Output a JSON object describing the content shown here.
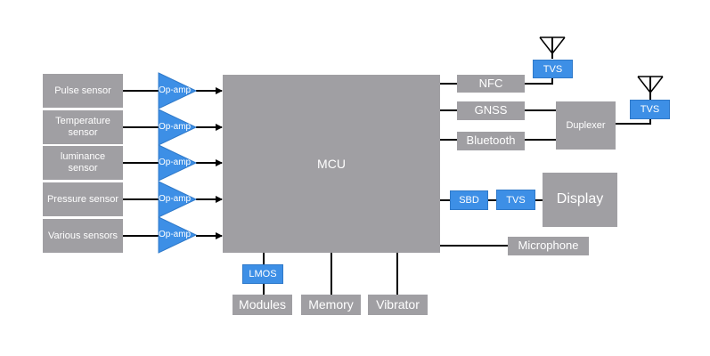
{
  "colors": {
    "box": "#a09fa3",
    "accent": "#3d8fe6",
    "line": "#000000"
  },
  "sensors": [
    {
      "label": "Pulse sensor"
    },
    {
      "label": "Temperature sensor",
      "line1": "Temperature",
      "line2": "sensor"
    },
    {
      "label": "luminance sensor",
      "line1": "luminance",
      "line2": "sensor"
    },
    {
      "label": "Pressure sensor"
    },
    {
      "label": "Various sensors"
    }
  ],
  "opamp_label": "Op-amp",
  "mcu_label": "MCU",
  "radios": {
    "nfc": "NFC",
    "gnss": "GNSS",
    "bluetooth": "Bluetooth"
  },
  "duplexer_label": "Duplexer",
  "tvs_label": "TVS",
  "sbd_label": "SBD",
  "display_label": "Display",
  "microphone_label": "Microphone",
  "lmos_label": "LMOS",
  "bottom": {
    "modules": "Modules",
    "memory": "Memory",
    "vibrator": "Vibrator"
  }
}
